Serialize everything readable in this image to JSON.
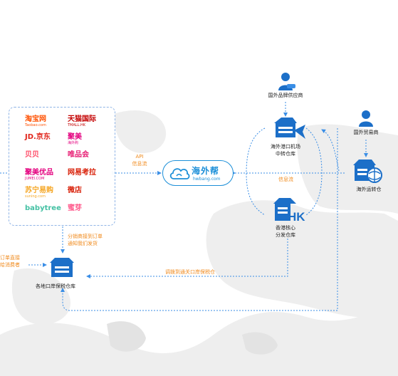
{
  "nodes": {
    "brand_supplier": "国外品牌供应商",
    "overseas_trader": "国外贸易商",
    "transit_warehouse": [
      "海外港口机场",
      "中转仓库"
    ],
    "overseas_warehouse": "海外运转仓",
    "hk_warehouse": [
      "香港核心",
      "分发仓库"
    ],
    "bonded_warehouse": "各地口岸保税仓库",
    "hk_badge": "HK"
  },
  "flows": {
    "api_flow": [
      "API",
      "信息流"
    ],
    "info_flow": "信息流",
    "dispatch_order": [
      "分销商接到订单",
      "通知我们发货"
    ],
    "order_direct": [
      "订单直接",
      "给消费者"
    ],
    "transfer_bonded": "调拨到通关口岸保税仓"
  },
  "center_logo": {
    "name": "海外帮",
    "domain": "hwbang.com"
  },
  "platforms": [
    {
      "name": "淘宝网",
      "sub": "Taobao.com",
      "color": "#ff5000"
    },
    {
      "name": "天猫国际",
      "sub": "TMALL.HK",
      "color": "#c40000"
    },
    {
      "name": "JD.京东",
      "sub": "",
      "color": "#e1251b"
    },
    {
      "name": "聚美",
      "sub": "海外购",
      "color": "#e4007f"
    },
    {
      "name": "贝贝",
      "sub": "",
      "color": "#ff4965"
    },
    {
      "name": "唯品会",
      "sub": "",
      "color": "#e71d73"
    },
    {
      "name": "聚美优品",
      "sub": "JUMEI.COM",
      "color": "#e4007f"
    },
    {
      "name": "网易考拉",
      "sub": "",
      "color": "#d81e06"
    },
    {
      "name": "苏宁易购",
      "sub": "suning.com",
      "color": "#f5a623"
    },
    {
      "name": "微店",
      "sub": "",
      "color": "#d81e06"
    },
    {
      "name": "babytree",
      "sub": "",
      "color": "#45c1a4"
    },
    {
      "name": "蜜芽",
      "sub": "",
      "color": "#ff5a8c"
    }
  ]
}
